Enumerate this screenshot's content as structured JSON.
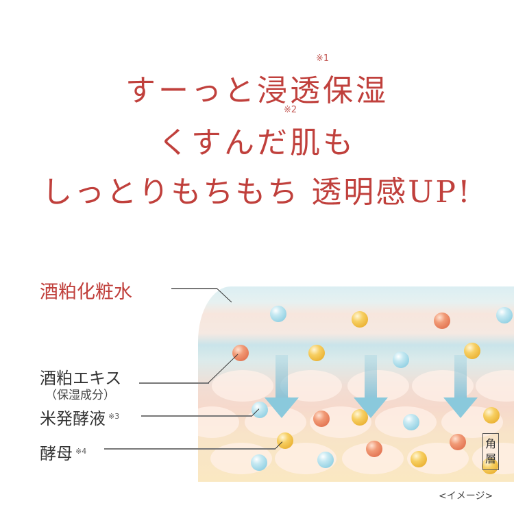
{
  "headline": {
    "line1": "すーっと浸透保湿",
    "line1_note": "※1",
    "line2": "くすんだ肌も",
    "line2_note": "※2",
    "line3": "しっとりもちもち 透明感UP!"
  },
  "diagram": {
    "product_label": "酒粕化粧水",
    "labels": [
      {
        "text": "酒粕エキス",
        "sub": "（保湿成分）",
        "note": ""
      },
      {
        "text": "米発酵液",
        "sub": "",
        "note": "※3"
      },
      {
        "text": "酵母",
        "sub": "",
        "note": "※4"
      }
    ],
    "layer_label_top": "角",
    "layer_label_bottom": "層",
    "colors": {
      "blue_ball": "#8fcfe2",
      "orange_ball": "#e06e4c",
      "yellow_ball": "#f0be45",
      "arrow": "#8ac9dc",
      "headline": "#c0403c"
    }
  },
  "caption": "<イメージ>"
}
